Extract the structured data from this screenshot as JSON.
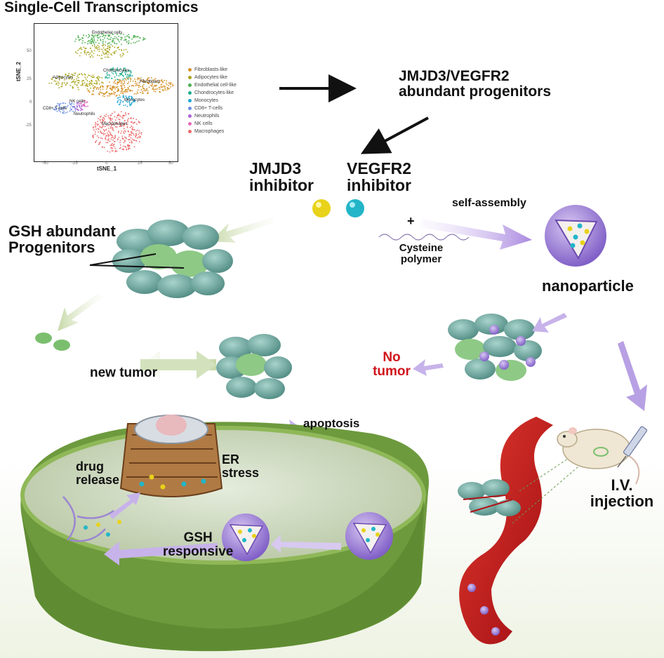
{
  "title": "Single-Cell Transcriptomics",
  "tsne": {
    "xlabel": "tSNE_1",
    "ylabel": "tSNE_2",
    "xticks": [
      "-50",
      "-25",
      "0",
      "25",
      "50"
    ],
    "yticks": [
      "50",
      "25",
      "0",
      "-25"
    ],
    "cluster_labels": [
      "Endothelial cells",
      "Adipocytes",
      "Chondrocytes",
      "Fibroblasts",
      "NK cells",
      "Monocytes",
      "CD8+ T-cells",
      "Neutrophils",
      "Macrophages"
    ],
    "legend": [
      {
        "label": "Fibroblasts-like",
        "color": "#d4922a"
      },
      {
        "label": "Adipocytes-like",
        "color": "#a9a41d"
      },
      {
        "label": "Endothelial cell-like",
        "color": "#4caf50"
      },
      {
        "label": "Chondrocytes-like",
        "color": "#1fae8f"
      },
      {
        "label": "Monocytes",
        "color": "#22a7d4"
      },
      {
        "label": "CD8+ T-cells",
        "color": "#6b8de0"
      },
      {
        "label": "Neutrophils",
        "color": "#b163d6"
      },
      {
        "label": "NK cells",
        "color": "#e46bb8"
      },
      {
        "label": "Macrophages",
        "color": "#ec6a6a"
      }
    ]
  },
  "labels": {
    "progenitors_line1": "JMJD3/VEGFR2",
    "progenitors_line2": "abundant progenitors",
    "jmjd3_line1": "JMJD3",
    "jmjd3_line2": "inhibitor",
    "vegfr2_line1": "VEGFR2",
    "vegfr2_line2": "inhibitor",
    "gsh_prog_line1": "GSH abundant",
    "gsh_prog_line2": "Progenitors",
    "self_assembly": "self-assembly",
    "plus": "+",
    "cysteine_line1": "Cysteine",
    "cysteine_line2": "polymer",
    "nanoparticle": "nanoparticle",
    "new_tumor": "new tumor",
    "no_tumor_line1": "No",
    "no_tumor_line2": "tumor",
    "apoptosis": "apoptosis",
    "drug_line1": "drug",
    "drug_line2": "release",
    "er_line1": "ER",
    "er_line2": "stress",
    "gsh_resp_line1": "GSH",
    "gsh_resp_line2": "responsive",
    "iv_line1": "I.V.",
    "iv_line2": "injection"
  },
  "colors": {
    "jmjd3_inhibitor": "#e8d21a",
    "vegfr2_inhibitor": "#22b5c8",
    "nanoparticle": "#8f6fd0",
    "no_tumor": "#d0141c",
    "tumor_cell": "#6aa39a",
    "vessel": "#c4141a",
    "cell_body": "#7fae48"
  }
}
